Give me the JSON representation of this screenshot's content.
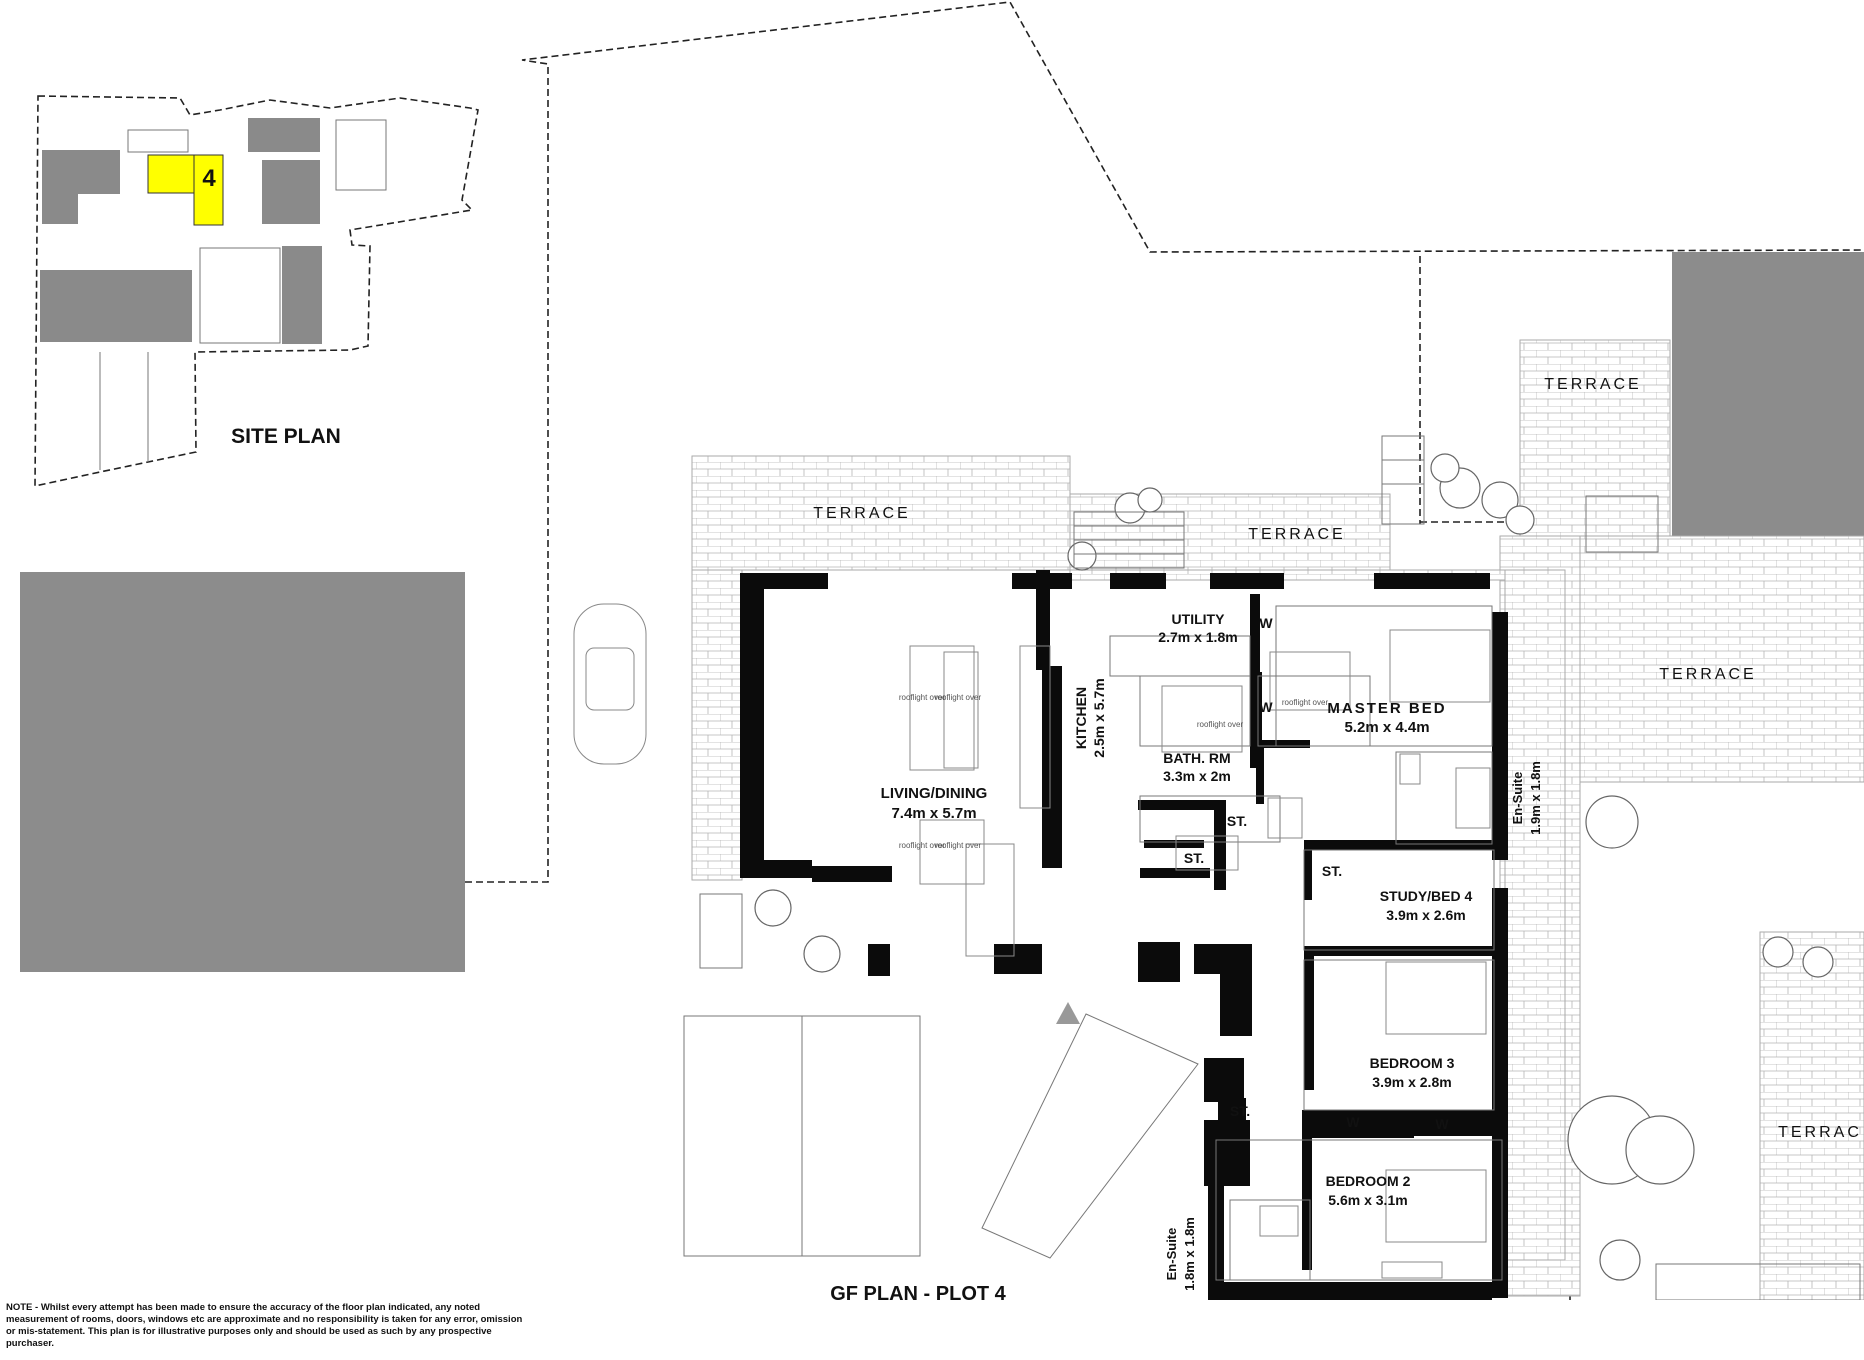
{
  "site_plan": {
    "title": "SITE PLAN",
    "plot_marker": "4",
    "highlight_color": "#ffff00"
  },
  "gf_plan": {
    "title": "GF PLAN - PLOT 4"
  },
  "terraces": [
    "TERRACE",
    "TERRACE",
    "TERRACE",
    "TERRACE",
    "TERRAC"
  ],
  "rooms": {
    "living_dining": {
      "name": "LIVING/DINING",
      "size": "7.4m x 5.7m"
    },
    "kitchen": {
      "name": "KITCHEN",
      "size": "2.5m x 5.7m"
    },
    "utility": {
      "name": "UTILITY",
      "size": "2.7m x 1.8m"
    },
    "bathroom": {
      "name": "BATH. RM",
      "size": "3.3m x 2m"
    },
    "master_bed": {
      "name": "MASTER BED",
      "size": "5.2m x 4.4m"
    },
    "en_suite_master": {
      "name": "En-Suite",
      "size": "1.9m x 1.8m"
    },
    "study_bed4": {
      "name": "STUDY/BED 4",
      "size": "3.9m x 2.6m"
    },
    "bedroom3": {
      "name": "BEDROOM 3",
      "size": "3.9m x 2.8m"
    },
    "bedroom2": {
      "name": "BEDROOM 2",
      "size": "5.6m x 3.1m"
    },
    "en_suite_bed2": {
      "name": "En-Suite",
      "size": "1.8m x 1.8m"
    }
  },
  "storage_labels": [
    "ST.",
    "ST.",
    "ST.",
    "ST."
  ],
  "wardrobe_labels": [
    "W",
    "W",
    "W",
    "W"
  ],
  "rooflight_labels": [
    "rooflight over",
    "rooflight over",
    "rooflight over",
    "rooflight over",
    "rooflight over",
    "rooflight over"
  ],
  "note": "NOTE - Whilst every attempt has been made to ensure the accuracy of the floor plan indicated, any noted measurement of rooms, doors, windows etc are approximate and no responsibility is taken for any error, omission or mis-statement. This plan is for illustrative purposes only and should be used as such by any prospective purchaser.",
  "colors": {
    "wall": "#0b0b0b",
    "neighbour_building": "#8c8c8c",
    "site_building": "#8a8a8a"
  }
}
